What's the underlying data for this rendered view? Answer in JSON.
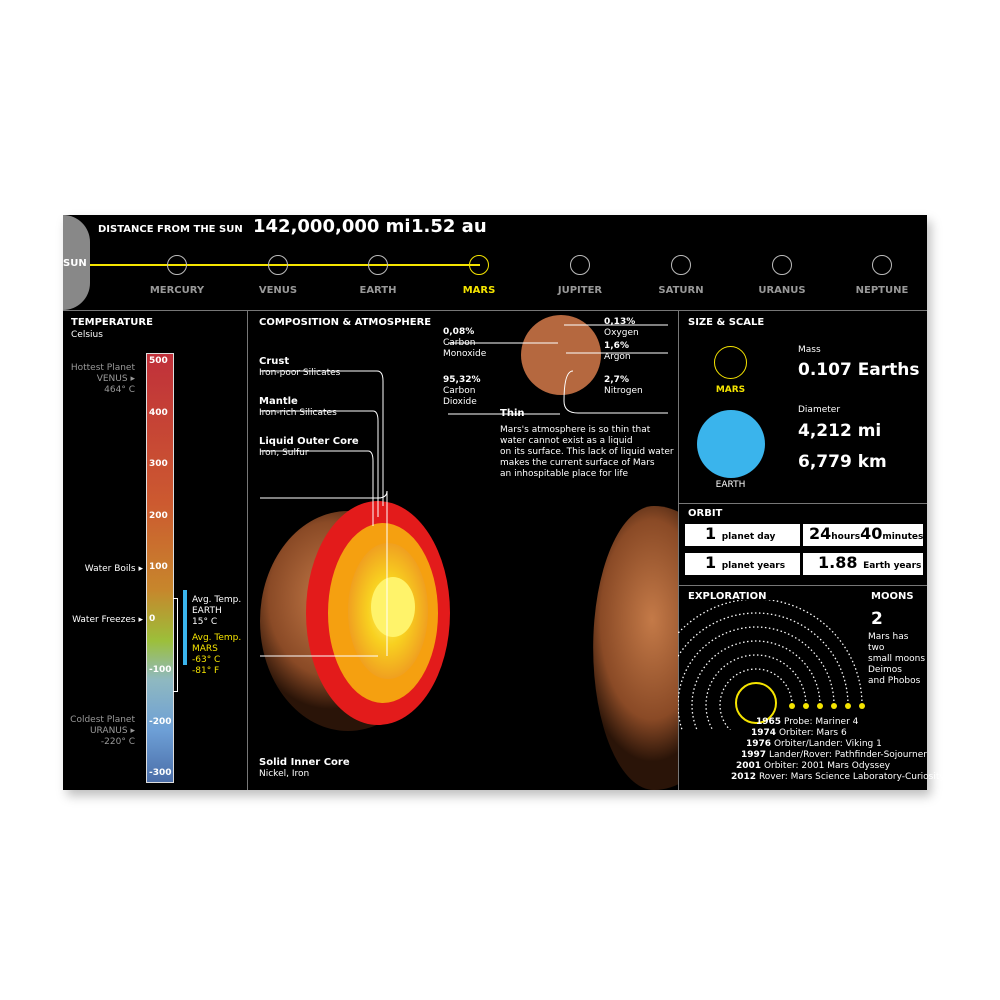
{
  "distance": {
    "label": "DISTANCE FROM THE SUN",
    "miles": "142,000,000 mi",
    "au": "1.52 au"
  },
  "sun": "SUN",
  "planets": [
    "MERCURY",
    "VENUS",
    "EARTH",
    "MARS",
    "JUPITER",
    "SATURN",
    "URANUS",
    "NEPTUNE"
  ],
  "selected_planet": "MARS",
  "colors": {
    "highlight": "#f5e400",
    "earth": "#3ab4ec",
    "mars": "#b5683f"
  },
  "temperature": {
    "title": "TEMPERATURE",
    "unit": "Celsius",
    "ticks": [
      "500",
      "400",
      "300",
      "200",
      "100",
      "0",
      "-100",
      "-200",
      "-300"
    ],
    "hottest": [
      "Hottest Planet",
      "VENUS",
      "464° C"
    ],
    "boils": "Water Boils",
    "freezes": "Water Freezes",
    "coldest": [
      "Coldest Planet",
      "URANUS",
      "-220° C"
    ],
    "earth": [
      "Avg. Temp.",
      "EARTH",
      "15° C"
    ],
    "mars": [
      "Avg. Temp.",
      "MARS",
      "-63° C",
      "-81° F"
    ]
  },
  "composition": {
    "title": "COMPOSITION & ATMOSPHERE",
    "layers": [
      {
        "name": "Crust",
        "desc": "Iron-poor Silicates"
      },
      {
        "name": "Mantle",
        "desc": "Iron-rich Silicates"
      },
      {
        "name": "Liquid Outer Core",
        "desc": "Iron, Sulfur"
      },
      {
        "name": "Solid Inner Core",
        "desc": "Nickel, Iron"
      }
    ],
    "atmosphere": [
      {
        "pct": "0,08%",
        "gas": [
          "Carbon",
          "Monoxide"
        ]
      },
      {
        "pct": "95,32%",
        "gas": [
          "Carbon",
          "Dioxide"
        ]
      },
      {
        "pct": "0,13%",
        "gas": [
          "Oxygen"
        ]
      },
      {
        "pct": "1,6%",
        "gas": [
          "Argon"
        ]
      },
      {
        "pct": "2,7%",
        "gas": [
          "Nitrogen"
        ]
      }
    ],
    "thin_title": "Thin",
    "thin_text": [
      "Mars's atmosphere is so thin that",
      "water cannot exist as a liquid",
      "on its surface. This lack of liquid water",
      "makes the current surface of Mars",
      "an inhospitable place for life"
    ]
  },
  "size": {
    "title": "SIZE & SCALE",
    "mars": "MARS",
    "earth": "EARTH",
    "mass_label": "Mass",
    "mass": "0.107 Earths",
    "diameter_label": "Diameter",
    "diameter_mi": "4,212 mi",
    "diameter_km": "6,779 km"
  },
  "orbit": {
    "title": "ORBIT",
    "day_n": "1",
    "day_label": "planet day",
    "day_value": [
      "24",
      "hours",
      "40",
      "minutes"
    ],
    "year_n": "1",
    "year_label": "planet years",
    "year_value": [
      "1.88",
      "Earth years"
    ]
  },
  "exploration": {
    "title": "EXPLORATION",
    "missions": [
      {
        "year": "1965",
        "desc": "Probe: Mariner 4"
      },
      {
        "year": "1974",
        "desc": "Orbiter: Mars 6"
      },
      {
        "year": "1976",
        "desc": "Orbiter/Lander: Viking 1"
      },
      {
        "year": "1997",
        "desc": "Lander/Rover: Pathfinder-Sojourner"
      },
      {
        "year": "2001",
        "desc": "Orbiter: 2001 Mars Odyssey"
      },
      {
        "year": "2012",
        "desc": "Rover: Mars Science Laboratory-Curiosity"
      }
    ]
  },
  "moons": {
    "title": "MOONS",
    "count": "2",
    "text": [
      "Mars has two",
      "small moons",
      "Deimos",
      "and Phobos"
    ]
  }
}
